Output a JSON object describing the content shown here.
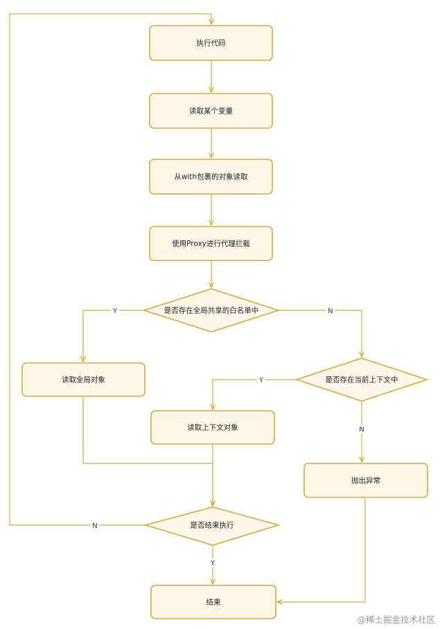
{
  "colors": {
    "stroke": "#d6a93a",
    "fill": "#fdf7ea",
    "text": "#222222"
  },
  "nodes": {
    "execute_code": "执行代码",
    "read_variable": "读取某个变量",
    "read_from_with_object": "从with包裹的对象读取",
    "proxy_intercept": "使用Proxy进行代理拦截",
    "in_global_whitelist": "是否存在全局共享的白名单中",
    "read_global_object": "读取全局对象",
    "in_current_context": "是否存在当前上下文中",
    "read_context_object": "读取上下文对象",
    "throw_exception": "抛出异常",
    "is_execution_finished": "是否结束执行",
    "end": "结束"
  },
  "edge_labels": {
    "whitelist_yes": "Y",
    "whitelist_no": "N",
    "context_yes": "Y",
    "context_no": "N",
    "finished_no": "N",
    "finished_yes": "Y"
  },
  "watermark": "@稀土掘金技术社区"
}
